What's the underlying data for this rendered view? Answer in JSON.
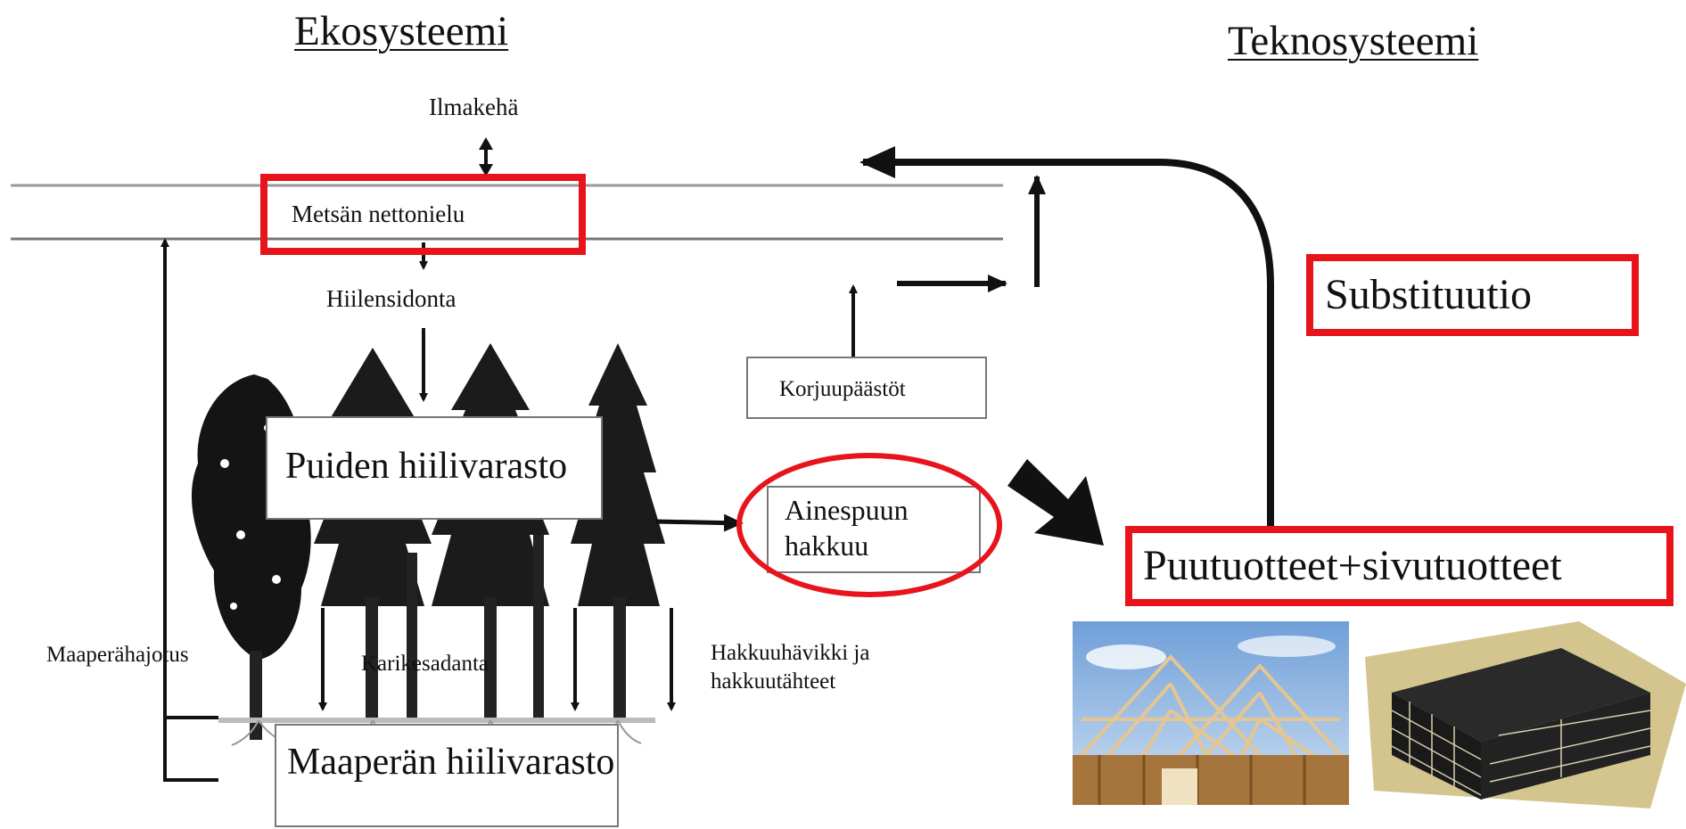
{
  "headers": {
    "ecosystem": "Ekosysteemi",
    "technosystem": "Teknosysteemi"
  },
  "labels": {
    "atmosphere": "Ilmakehä",
    "net_sink": "Metsän nettonielu",
    "carbon_sequestration": "Hiilensidonta",
    "harvest_emissions": "Korjuupäästöt",
    "tree_carbon_stock": "Puiden hiilivarasto",
    "timber_harvest_line1": "Ainespuun",
    "timber_harvest_line2": "hakkuu",
    "soil_decomposition": "Maaperähajotus",
    "litterfall": "Karikesadanta",
    "harvest_loss_line1": "Hakkuuhävikki ja",
    "harvest_loss_line2": "hakkuutähteet",
    "soil_carbon_stock": "Maaperän hiilivarasto",
    "substitution": "Substituutio",
    "wood_products": "Puutuotteet+sivutuotteet"
  },
  "images": {
    "house_frame": "roof-truss-construction-photo",
    "lumber_stack": "stacked-lumber-woodcut"
  },
  "colors": {
    "highlight": "#e8141c",
    "ink": "#111111"
  }
}
